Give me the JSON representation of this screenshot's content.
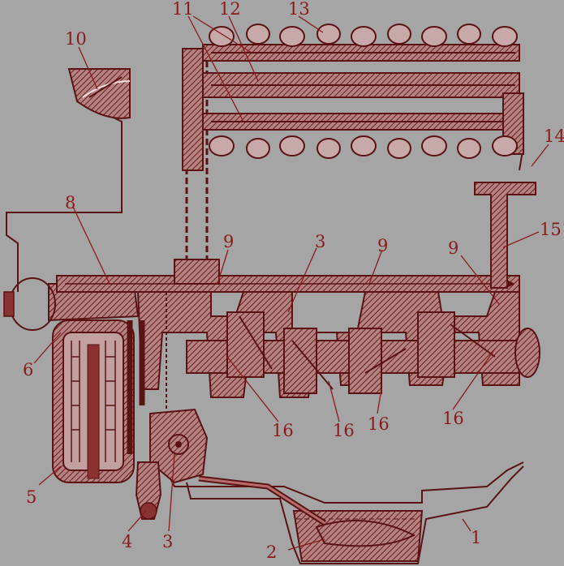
{
  "colors": {
    "background": "#a5a5a5",
    "ink": "#5a1212",
    "label": "#8b1a1a",
    "hatch_fill": "#b58282"
  },
  "labels": {
    "l1": "1",
    "l2": "2",
    "l3a": "3",
    "l3b": "3",
    "l4": "4",
    "l5": "5",
    "l6": "6",
    "l8": "8",
    "l9a": "9",
    "l9b": "9",
    "l9c": "9",
    "l10": "10",
    "l11": "11",
    "l12": "12",
    "l13": "13",
    "l14": "14",
    "l15": "15",
    "l16a": "16",
    "l16b": "16",
    "l16c": "16",
    "l16d": "16"
  }
}
